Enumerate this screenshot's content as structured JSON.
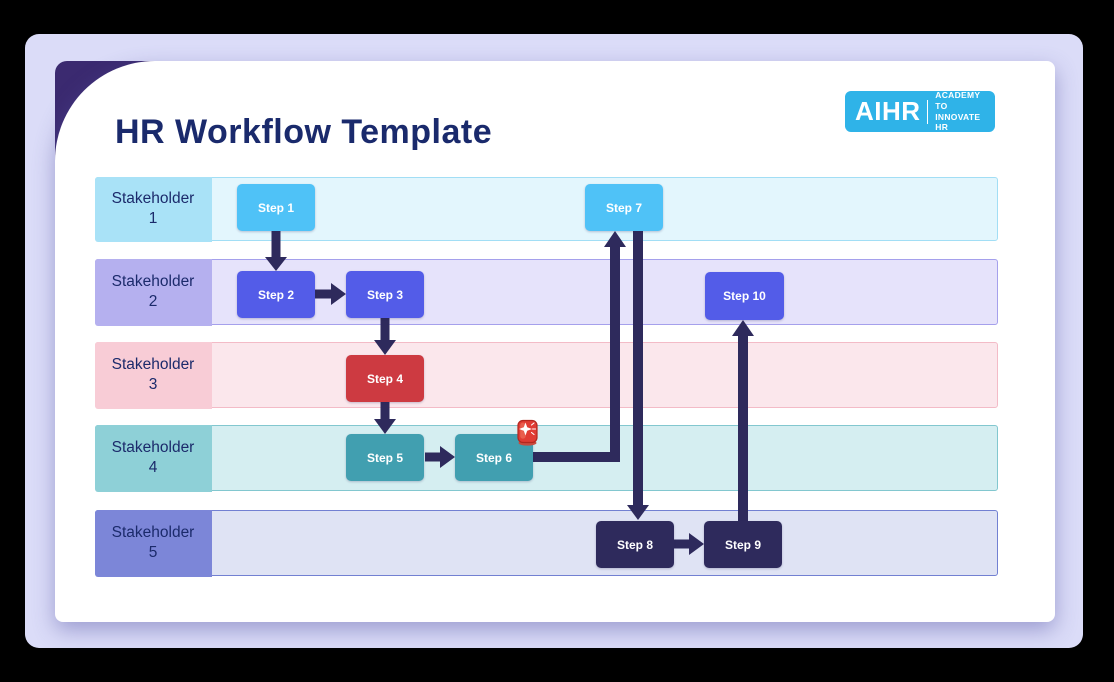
{
  "title": "HR Workflow Template",
  "logo": {
    "brand": "AIHR",
    "tagline_line1": "ACADEMY TO",
    "tagline_line2": "INNOVATE HR",
    "bg": "#2fb3e8"
  },
  "lanes": [
    {
      "label_line1": "Stakeholder",
      "label_line2": "1",
      "label_bg": "#a9e2f7",
      "body_bg": "#e3f6fd",
      "border": "#a2def5"
    },
    {
      "label_line1": "Stakeholder",
      "label_line2": "2",
      "label_bg": "#b5b0ef",
      "body_bg": "#e6e3fb",
      "border": "#a5a0ec"
    },
    {
      "label_line1": "Stakeholder",
      "label_line2": "3",
      "label_bg": "#f8ccd6",
      "body_bg": "#fbe7ec",
      "border": "#f3bbc7"
    },
    {
      "label_line1": "Stakeholder",
      "label_line2": "4",
      "label_bg": "#8ed0d7",
      "body_bg": "#d5eef1",
      "border": "#82c7cf"
    },
    {
      "label_line1": "Stakeholder",
      "label_line2": "5",
      "label_bg": "#7c86d8",
      "body_bg": "#dfe3f4",
      "border": "#7280d2"
    }
  ],
  "steps": [
    {
      "label": "Step 1",
      "bg": "#4fc2f7"
    },
    {
      "label": "Step 2",
      "bg": "#535ce8"
    },
    {
      "label": "Step 3",
      "bg": "#535ce8"
    },
    {
      "label": "Step 4",
      "bg": "#cd3a41"
    },
    {
      "label": "Step 5",
      "bg": "#419fb0"
    },
    {
      "label": "Step 6",
      "bg": "#419fb0"
    },
    {
      "label": "Step 7",
      "bg": "#4fc2f7"
    },
    {
      "label": "Step 8",
      "bg": "#2e2a5c"
    },
    {
      "label": "Step 9",
      "bg": "#2e2a5c"
    },
    {
      "label": "Step 10",
      "bg": "#535ce8"
    }
  ],
  "colors": {
    "arrow": "#2e2a5c",
    "title_text": "#1a2a6c",
    "lane_text": "#1b2a6b",
    "slide_background": "#dbdcf8",
    "corner_accent": "#3b2a70",
    "alert_red": "#e03c34"
  }
}
